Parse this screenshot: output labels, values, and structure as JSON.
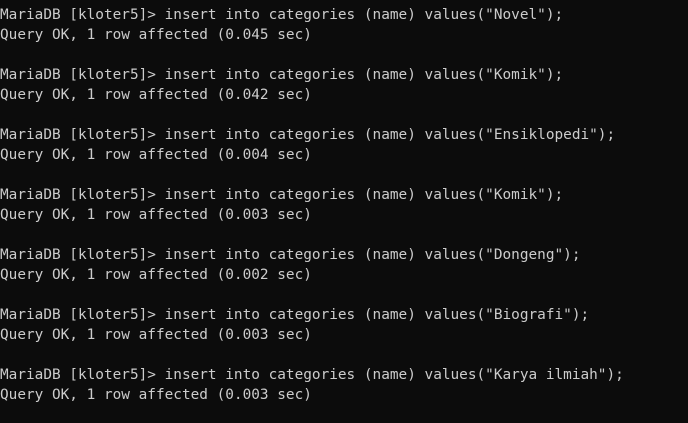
{
  "theme": {
    "background": "#0c0c0c",
    "foreground": "#cccccc"
  },
  "terminal": {
    "entries": [
      {
        "prompt": "MariaDB [kloter5]> insert into categories (name) values(\"Novel\");",
        "result": "Query OK, 1 row affected (0.045 sec)"
      },
      {
        "prompt": "MariaDB [kloter5]> insert into categories (name) values(\"Komik\");",
        "result": "Query OK, 1 row affected (0.042 sec)"
      },
      {
        "prompt": "MariaDB [kloter5]> insert into categories (name) values(\"Ensiklopedi\");",
        "result": "Query OK, 1 row affected (0.004 sec)"
      },
      {
        "prompt": "MariaDB [kloter5]> insert into categories (name) values(\"Komik\");",
        "result": "Query OK, 1 row affected (0.003 sec)"
      },
      {
        "prompt": "MariaDB [kloter5]> insert into categories (name) values(\"Dongeng\");",
        "result": "Query OK, 1 row affected (0.002 sec)"
      },
      {
        "prompt": "MariaDB [kloter5]> insert into categories (name) values(\"Biografi\");",
        "result": "Query OK, 1 row affected (0.003 sec)"
      },
      {
        "prompt": "MariaDB [kloter5]> insert into categories (name) values(\"Karya ilmiah\");",
        "result": "Query OK, 1 row affected (0.003 sec)"
      }
    ]
  }
}
